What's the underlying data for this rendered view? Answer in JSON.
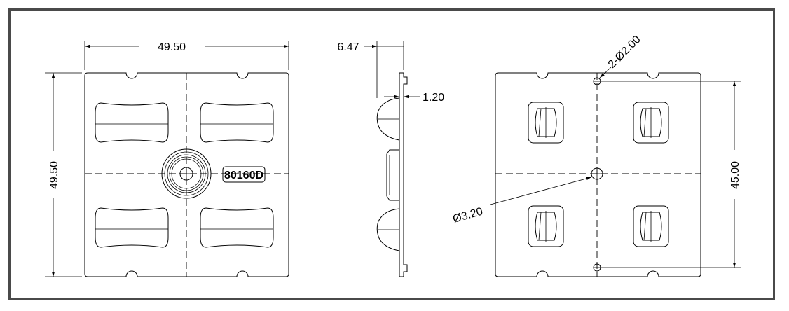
{
  "drawing": {
    "front_view": {
      "width_dim": "49.50",
      "height_dim": "49.50",
      "part_label": "80160D"
    },
    "side_view": {
      "thickness_dim": "6.47",
      "plate_dim": "1.20"
    },
    "back_view": {
      "hole_dim": "2-Ø2.00",
      "center_hole_dim": "Ø3.20",
      "hole_spacing_dim": "45.00"
    }
  }
}
